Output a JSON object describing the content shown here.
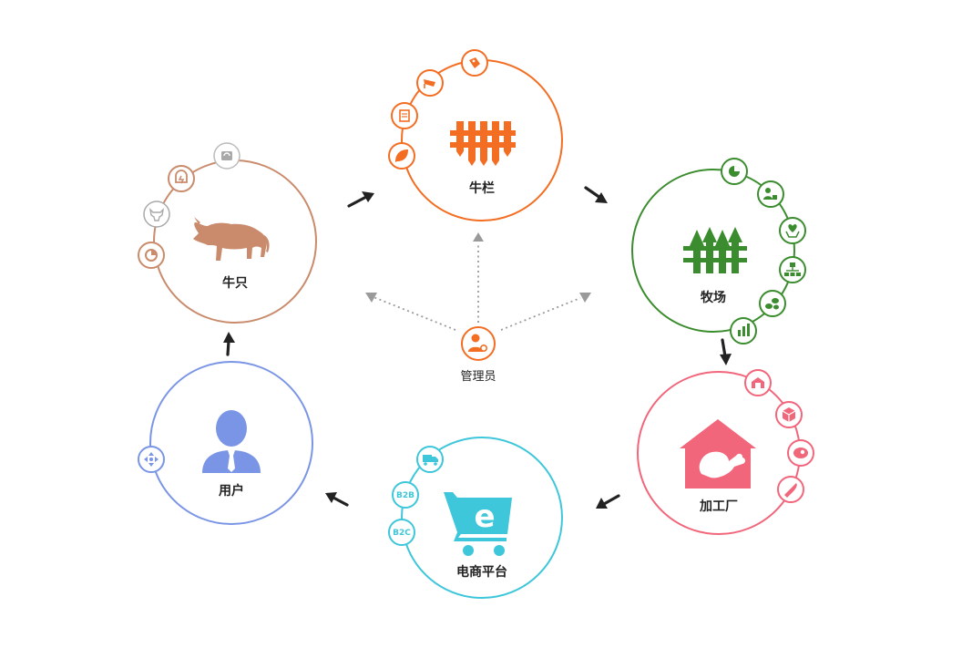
{
  "nodes": {
    "cattle": {
      "label": "牛只",
      "color": "#c98b6c",
      "icons": [
        "pie-chart-icon",
        "cow-head-icon",
        "power-icon",
        "scale-icon"
      ]
    },
    "pen": {
      "label": "牛栏",
      "color": "#f36d22",
      "icons": [
        "leaf-icon",
        "notebook-icon",
        "cctv-camera-icon",
        "tag-icon"
      ]
    },
    "ranch": {
      "label": "牧场",
      "color": "#3b8c2e",
      "icons": [
        "pie-chart-icon",
        "herd-icon",
        "hand-heart-icon",
        "org-chart-icon",
        "feed-pellets-icon",
        "bar-chart-icon"
      ]
    },
    "factory": {
      "label": "加工厂",
      "color": "#f2667b",
      "icons": [
        "warehouse-icon",
        "box-icon",
        "meat-steak-icon",
        "knife-icon"
      ]
    },
    "ecommerce": {
      "label": "电商平台",
      "color": "#3ec6da",
      "icons": [
        "delivery-truck-icon",
        "b2b-badge",
        "b2c-badge"
      ],
      "badges": {
        "b2b": "B2B",
        "b2c": "B2C"
      }
    },
    "user": {
      "label": "用户",
      "color": "#7b95e6",
      "icons": [
        "move-arrows-icon"
      ]
    },
    "admin": {
      "label": "管理员",
      "color": "#f36d22"
    }
  },
  "flow": [
    [
      "cattle",
      "pen"
    ],
    [
      "pen",
      "ranch"
    ],
    [
      "ranch",
      "factory"
    ],
    [
      "factory",
      "ecommerce"
    ],
    [
      "ecommerce",
      "user"
    ],
    [
      "user",
      "cattle"
    ]
  ],
  "admin_links": [
    "cattle",
    "pen",
    "ranch"
  ],
  "colors": {
    "arrow": "#222222",
    "dotted_line": "#9a9a9a",
    "inactive_icon": "#a9a9a9"
  }
}
